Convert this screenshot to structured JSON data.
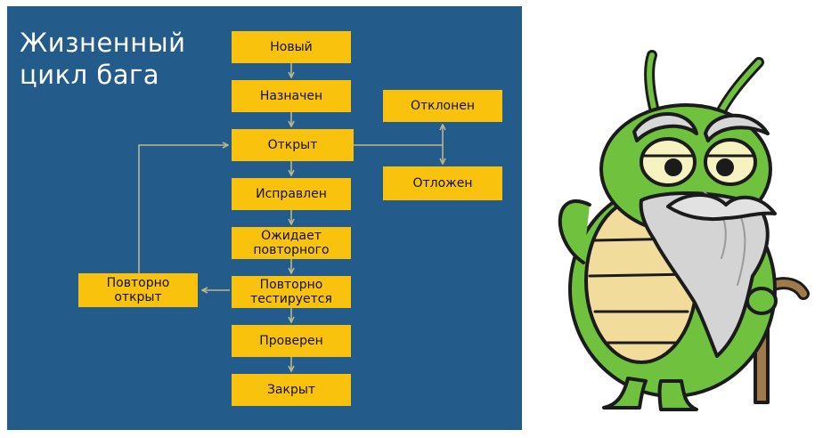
{
  "diagram": {
    "title_line1": "Жизненный",
    "title_line2": "цикл бага",
    "nodes": {
      "new": "Новый",
      "assigned": "Назначен",
      "open": "Открыт",
      "fixed": "Исправлен",
      "pending_retest_1": "Ожидает",
      "pending_retest_2": "повторного",
      "retest_1": "Повторно",
      "retest_2": "тестируется",
      "verified": "Проверен",
      "closed": "Закрыт",
      "rejected": "Отклонен",
      "deferred": "Отложен",
      "reopened_1": "Повторно",
      "reopened_2": "открыт"
    }
  },
  "colors": {
    "panel": "#235b8b",
    "box": "#f9c20d",
    "arrow": "#b9b78c",
    "title": "#ffffff"
  },
  "illustration": {
    "icon": "old-bug-with-beard-and-cane-icon"
  }
}
